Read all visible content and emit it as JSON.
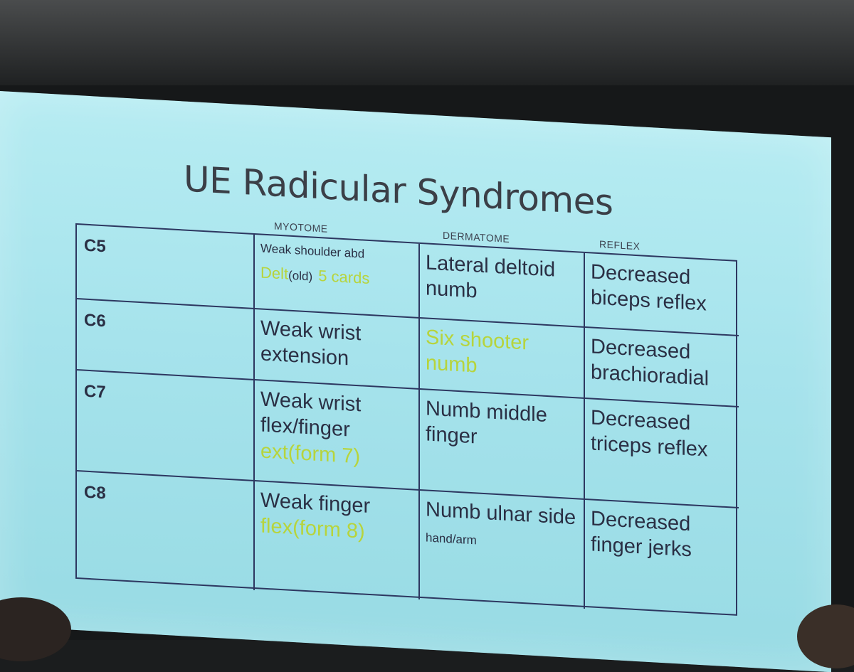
{
  "slide": {
    "title": "UE Radicular Syndromes",
    "column_headers": [
      "MYOTOME",
      "DERMATOME",
      "REFLEX"
    ],
    "rows": [
      {
        "root": "C5",
        "myotome_line1": "Weak shoulder abd",
        "myotome_hl_a": "Delt",
        "myotome_small": "(old)",
        "myotome_hl_b": "5 cards",
        "dermatome": "Lateral deltoid numb",
        "reflex": "Decreased biceps reflex"
      },
      {
        "root": "C6",
        "myotome": "Weak wrist extension",
        "dermatome_hl": "Six shooter numb",
        "reflex": "Decreased brachioradial"
      },
      {
        "root": "C7",
        "myotome": "Weak wrist flex/finger",
        "myotome_hl": "ext(form 7)",
        "dermatome": "Numb middle finger",
        "reflex": "Decreased triceps reflex"
      },
      {
        "root": "C8",
        "myotome": "Weak finger",
        "myotome_hl": "flex(form 8)",
        "dermatome": "Numb ulnar side",
        "dermatome_small": "hand/arm",
        "reflex": "Decreased finger jerks"
      }
    ]
  },
  "colors": {
    "slide_background": "#a6e3ec",
    "text": "#2a2f44",
    "highlight": "#b7d43c",
    "grid_lines": "#2d3760"
  }
}
